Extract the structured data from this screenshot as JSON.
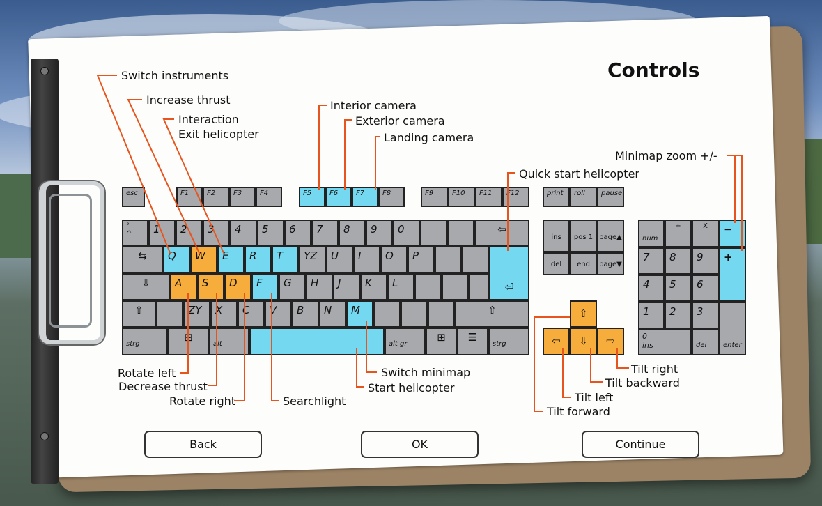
{
  "title": "Controls",
  "labels": {
    "switch_instruments": "Switch instruments",
    "increase_thrust": "Increase thrust",
    "interaction": "Interaction",
    "exit_helicopter": "Exit helicopter",
    "interior_camera": "Interior camera",
    "exterior_camera": "Exterior camera",
    "landing_camera": "Landing camera",
    "quick_start": "Quick start helicopter",
    "minimap_zoom": "Minimap zoom +/-",
    "rotate_left": "Rotate left",
    "decrease_thrust": "Decrease thrust",
    "rotate_right": "Rotate right",
    "searchlight": "Searchlight",
    "switch_minimap": "Switch minimap",
    "start_helicopter": "Start helicopter",
    "tilt_right": "Tilt right",
    "tilt_backward": "Tilt backward",
    "tilt_left": "Tilt left",
    "tilt_forward": "Tilt forward"
  },
  "keys": {
    "esc": "esc",
    "f1": "F1",
    "f2": "F2",
    "f3": "F3",
    "f4": "F4",
    "f5": "F5",
    "f6": "F6",
    "f7": "F7",
    "f8": "F8",
    "f9": "F9",
    "f10": "F10",
    "f11": "F11",
    "f12": "F12",
    "print": "print",
    "roll": "roll",
    "pause": "pause",
    "caret": "°\n^",
    "n1": "1",
    "n2": "2",
    "n3": "3",
    "n4": "4",
    "n5": "5",
    "n6": "6",
    "n7": "7",
    "n8": "8",
    "n9": "9",
    "n0": "0",
    "q": "Q",
    "w": "W",
    "e": "E",
    "r": "R",
    "t": "T",
    "yz": "YZ",
    "u": "U",
    "i": "I",
    "o": "O",
    "p": "P",
    "a": "A",
    "s": "S",
    "d": "D",
    "f": "F",
    "g": "G",
    "h": "H",
    "j": "J",
    "k": "K",
    "l": "L",
    "zy": "ZY",
    "x": "X",
    "c": "C",
    "v": "V",
    "b": "B",
    "n": "N",
    "m": "M",
    "strg": "strg",
    "alt": "alt",
    "altgr": "alt gr",
    "strg2": "strg",
    "ins": "ins",
    "pos1": "pos 1",
    "pageup": "page▲",
    "del": "del",
    "end": "end",
    "pagedown": "page▼",
    "num": "num",
    "div": "÷",
    "mul": "X",
    "minus": "−",
    "plus": "+",
    "np7": "7",
    "np8": "8",
    "np9": "9",
    "np4": "4",
    "np5": "5",
    "np6": "6",
    "np1": "1",
    "np2": "2",
    "np3": "3",
    "np0": "0\nins",
    "npdel": "del",
    "enter": "enter"
  },
  "buttons": {
    "back": "Back",
    "ok": "OK",
    "continue": "Continue"
  },
  "colors": {
    "highlight_blue": "#74d8f0",
    "highlight_orange": "#f6ad3c",
    "key_gray": "#a7a9ac",
    "leader_line": "#e8541e"
  }
}
